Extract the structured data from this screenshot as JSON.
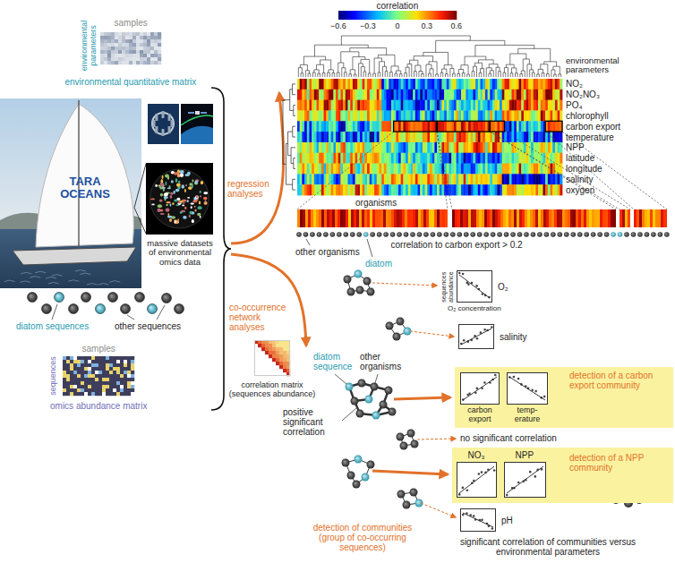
{
  "diagram": {
    "nodes": [
      {
        "text": [
          "samples",
          "environmental parameters",
          "environmental quantitative matrix"
        ]
      },
      {
        "text": [
          "massive datasets of environmental omics data"
        ]
      },
      {
        "text": [
          "samples",
          "sequences",
          "omics abundance matrix"
        ]
      },
      {
        "text": [
          "correlation matrix (sequences abundance)"
        ]
      },
      {
        "text": [
          "environmental parameters",
          "NO₂",
          "NO₂NO₃",
          "PO₄",
          "chlorophyll",
          "carbon export",
          "temperature",
          "NPP",
          "latitude",
          "longitude",
          "salinity",
          "oxygen",
          "organisms"
        ]
      },
      {
        "text": [
          "correlation",
          "−0.6",
          "−0.3",
          "0",
          "0.3",
          "0.6"
        ]
      },
      {
        "text": [
          "sequences abundance",
          "O₂ concentration",
          "O₂"
        ]
      },
      {
        "text": [
          "salinity"
        ]
      },
      {
        "text": [
          "detection of a carbon export community"
        ]
      },
      {
        "text": [
          "carbon export"
        ],
        "in": 8
      },
      {
        "text": [
          "temp- erature"
        ],
        "in": 8
      },
      {
        "text": [
          "detection of a NPP community"
        ]
      },
      {
        "text": [
          "NO₃"
        ],
        "in": 11
      },
      {
        "text": [
          "NPP"
        ],
        "in": 11
      },
      {
        "text": [
          "pH"
        ]
      }
    ],
    "labels": [
      "TARA OCEANS",
      "diatom sequences",
      "other sequences",
      "regression analyses",
      "co-occurrence network analyses",
      "other organisms",
      "diatom",
      "correlation to carbon export > 0.2",
      "diatom sequence",
      "other organisms",
      "positive significant correlation",
      "no significant correlation",
      "detection of communities (group of co-occurring sequences)",
      "significant correlation of communities versus environmental parameters"
    ]
  }
}
